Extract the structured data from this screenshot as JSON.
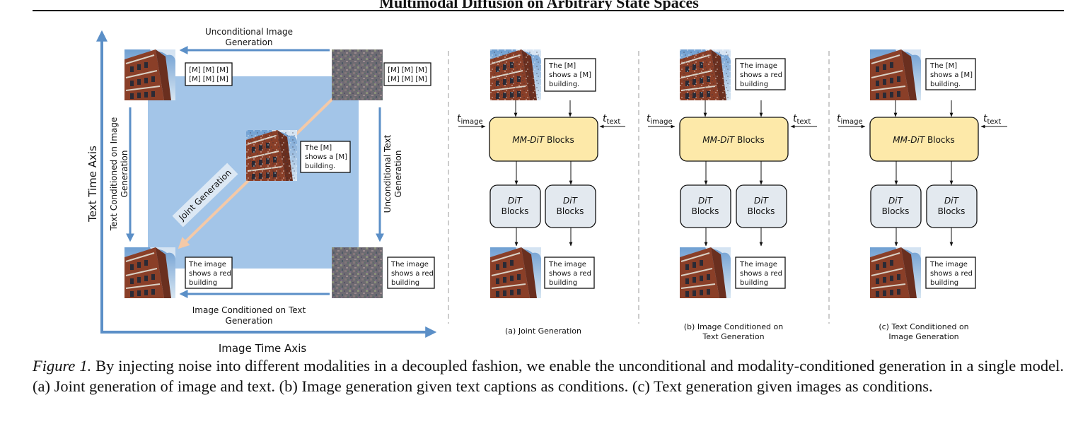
{
  "header": {
    "running_title": "Multimodal Diffusion on Arbitrary State Spaces"
  },
  "left_panel": {
    "y_axis_label": "Text Time Axis",
    "x_axis_label": "Image Time Axis",
    "top_arrow_label": [
      "Unconditional Image",
      "Generation"
    ],
    "bottom_arrow_label": [
      "Image Conditioned on Text",
      "Generation"
    ],
    "left_arrow_label": [
      "Text Conditioned on Image",
      "Generation"
    ],
    "right_arrow_label": [
      "Unconditional Text",
      "Generation"
    ],
    "diagonal_label": "Joint Generation",
    "corners": {
      "top_left": [
        "[M] [M] [M]",
        "[M] [M] [M]"
      ],
      "top_right": [
        "[M] [M] [M]",
        "[M] [M] [M]"
      ],
      "center": [
        "The [M]",
        "shows a [M]",
        "building."
      ],
      "bottom_left": [
        "The image",
        "shows a red",
        "building"
      ],
      "bottom_right": [
        "The image",
        "shows a red",
        "building"
      ]
    }
  },
  "panels": [
    {
      "input_text": [
        "The [M]",
        "shows a [M]",
        "building."
      ],
      "t_image": "t",
      "t_image_sub": "image",
      "t_text": "t",
      "t_text_sub": "text",
      "mmdit_italic": "MM-DiT",
      "mmdit_rest": " Blocks",
      "dit_italic": "DiT",
      "dit_rest": "Blocks",
      "output_text": [
        "The image",
        "shows a red",
        "building"
      ],
      "caption": [
        "(a) Joint Generation"
      ]
    },
    {
      "input_text": [
        "The image",
        "shows a red",
        "building"
      ],
      "t_image": "t",
      "t_image_sub": "image",
      "t_text": "t",
      "t_text_sub": "text",
      "mmdit_italic": "MM-DiT",
      "mmdit_rest": " Blocks",
      "dit_italic": "DiT",
      "dit_rest": "Blocks",
      "output_text": [
        "The image",
        "shows a red",
        "building"
      ],
      "caption": [
        "(b) Image Conditioned on",
        "Text Generation"
      ]
    },
    {
      "input_text": [
        "The [M]",
        "shows a [M]",
        "building."
      ],
      "t_image": "t",
      "t_image_sub": "image",
      "t_text": "t",
      "t_text_sub": "text",
      "mmdit_italic": "MM-DiT",
      "mmdit_rest": " Blocks",
      "dit_italic": "DiT",
      "dit_rest": "Blocks",
      "output_text": [
        "The image",
        "shows a red",
        "building"
      ],
      "caption": [
        "(c) Text Conditioned on",
        "Image Generation"
      ]
    }
  ],
  "caption": {
    "label": "Figure 1.",
    "text": " By injecting noise into different modalities in a decoupled fashion, we enable the unconditional and modality-conditioned generation in a single model. (a) Joint generation of image and text. (b) Image generation given text captions as conditions. (c) Text generation given images as conditions."
  },
  "colors": {
    "axis": "#5b8fc7",
    "square": "#a3c5e8",
    "diagonal": "#f4c9a7",
    "mmdit_fill": "#fde9a9",
    "dit_fill": "#e3e9ef",
    "building": "#8a3f28",
    "sky": "#8fb5dc"
  }
}
